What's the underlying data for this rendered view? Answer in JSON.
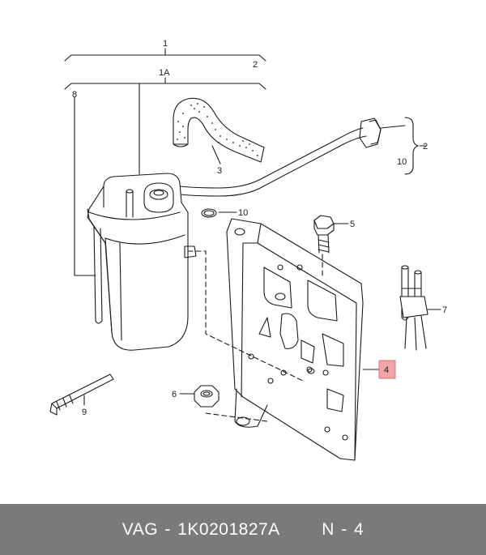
{
  "diagram": {
    "callouts": {
      "c1": "1",
      "c2_top": "2",
      "c1a": "1A",
      "c8": "8",
      "c3": "3",
      "c2_right": "2",
      "c10_right": "10",
      "c10_oring": "10",
      "c5": "5",
      "c4": "4",
      "c7": "7",
      "c6": "6",
      "c9": "9"
    },
    "highlight_color": "#f2a3a8"
  },
  "footer": {
    "brand": "VAG",
    "separator": "-",
    "part_number": "1K0201827A",
    "position": "N - 4"
  }
}
